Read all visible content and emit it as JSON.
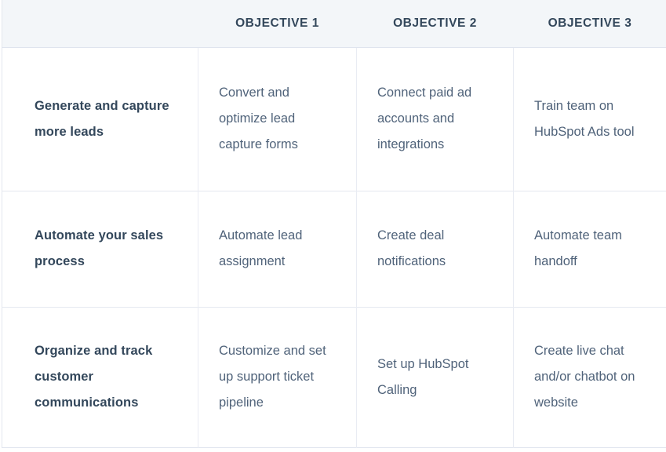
{
  "table": {
    "headers": {
      "goal": "",
      "objective_1": "OBJECTIVE 1",
      "objective_2": "OBJECTIVE 2",
      "objective_3": "OBJECTIVE 3"
    },
    "rows": [
      {
        "goal": "Generate and capture more leads",
        "objective_1": "Convert and optimize lead capture forms",
        "objective_2": "Connect paid ad accounts and integrations",
        "objective_3": "Train team on HubSpot Ads tool"
      },
      {
        "goal": "Automate your sales process",
        "objective_1": "Automate lead assignment",
        "objective_2": "Create deal notifications",
        "objective_3": "Automate team handoff"
      },
      {
        "goal": "Organize and track customer communications",
        "objective_1": "Customize and set up support ticket pipeline",
        "objective_2": "Set up HubSpot Calling",
        "objective_3": "Create live chat and/or chatbot on website"
      }
    ]
  },
  "colors": {
    "header_background": "#f3f6f9",
    "header_text": "#33475b",
    "body_text": "#50637a",
    "goal_text": "#33475b",
    "border": "#e4e8f0",
    "page_background": "#ffffff"
  }
}
